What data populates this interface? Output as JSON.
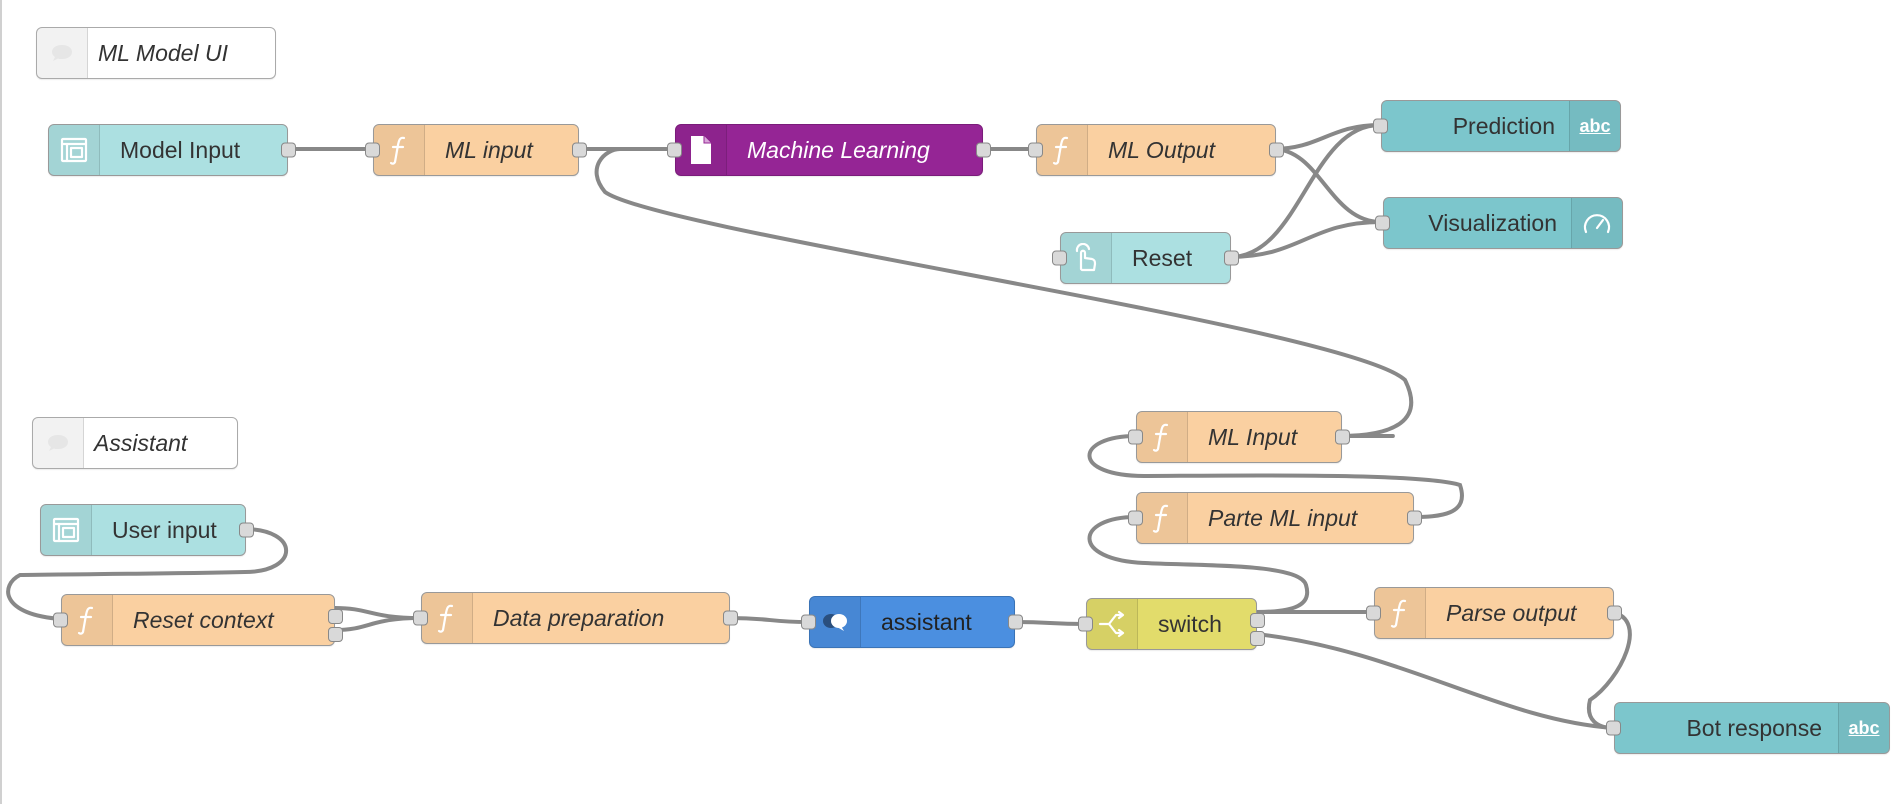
{
  "flow": {
    "comments": {
      "ml_model_ui": "ML Model UI",
      "assistant": "Assistant"
    },
    "nodes": {
      "model_input": "Model Input",
      "ml_input": "ML input",
      "machine_learning": "Machine Learning",
      "ml_output": "ML Output",
      "prediction": "Prediction",
      "prediction_badge": "abc",
      "visualization": "Visualization",
      "reset": "Reset",
      "ml_input_2": "ML Input",
      "parte_ml_input": "Parte ML input",
      "user_input": "User input",
      "reset_context": "Reset context",
      "data_preparation": "Data preparation",
      "assistant": "assistant",
      "switch": "switch",
      "parse_output": "Parse output",
      "bot_response": "Bot response",
      "bot_response_badge": "abc"
    }
  },
  "icons": {
    "comment": "comment-bubble-icon",
    "ui_form": "form-template-icon",
    "function": "function-f-icon",
    "file": "document-icon",
    "text": "abc-text-icon",
    "gauge": "gauge-icon",
    "button": "hand-pointer-icon",
    "assistant": "chat-bubbles-icon",
    "switch": "switch-branch-icon"
  },
  "colors": {
    "ui_node": "#ace0e1",
    "ui_output": "#7cc6cc",
    "function_node": "#fad0a1",
    "ml_node": "#952595",
    "assistant_node": "#4b8fe0",
    "switch_node": "#e2dc6b",
    "wire": "#888888"
  }
}
